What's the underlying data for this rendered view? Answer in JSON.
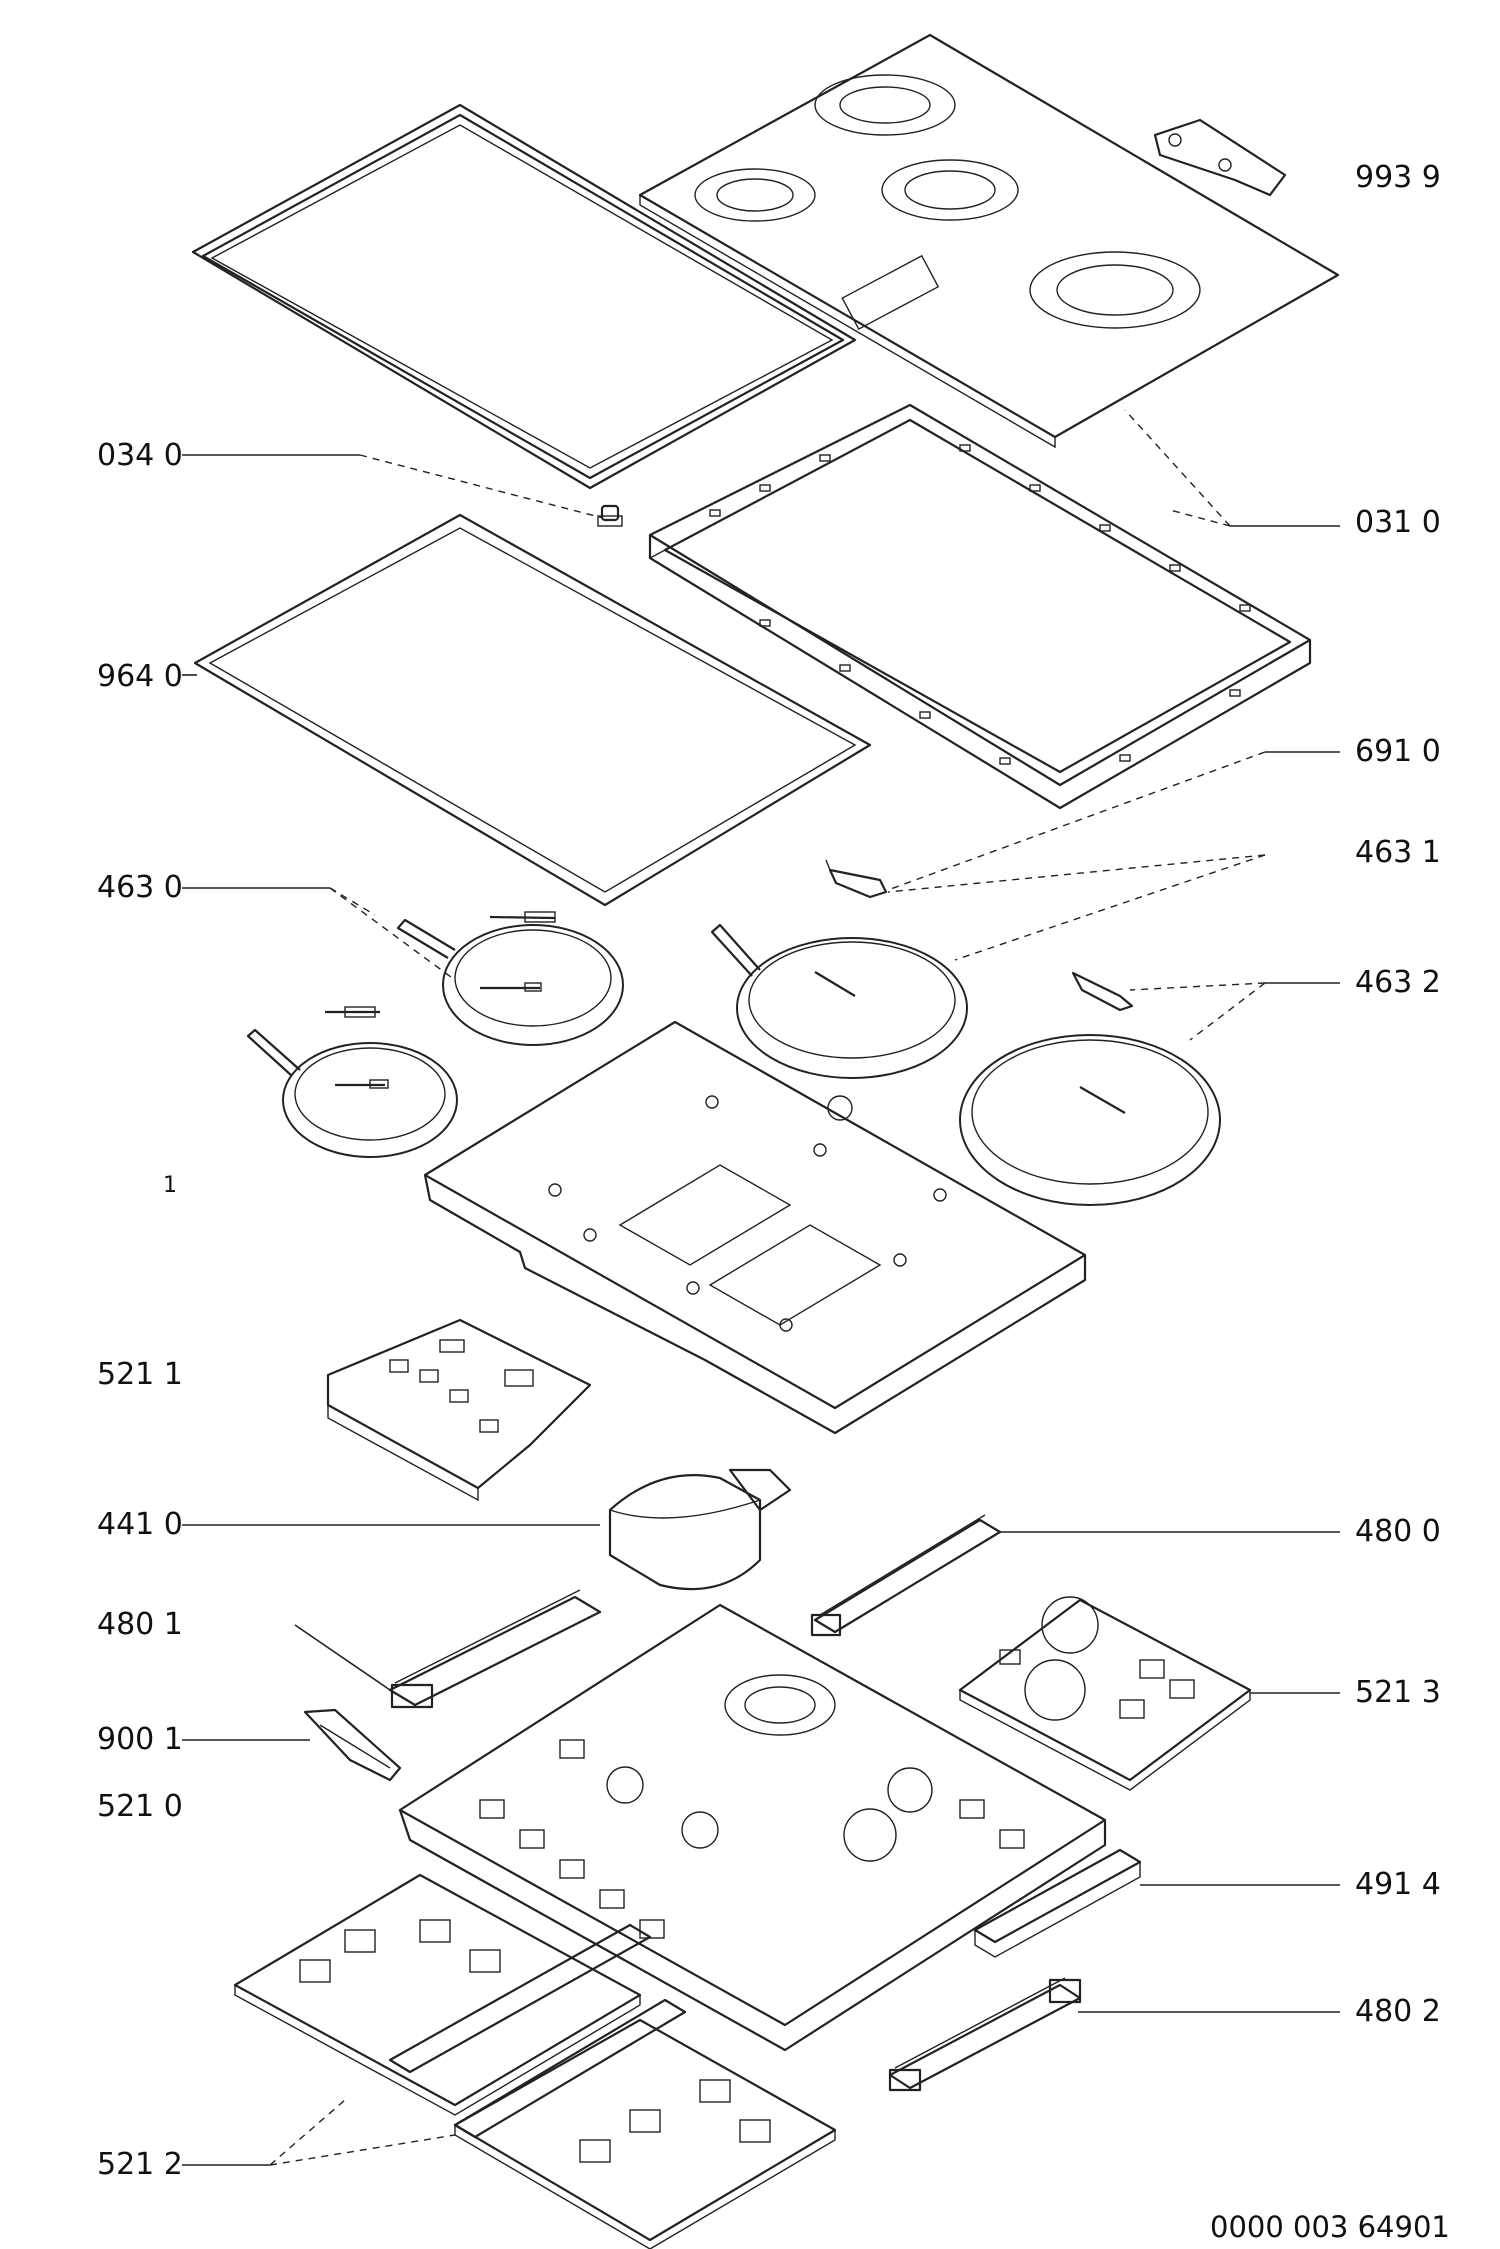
{
  "diagram": {
    "labels": {
      "l9939": "993 9",
      "l0340": "034 0",
      "l0310": "031 0",
      "l9640": "964 0",
      "l6910": "691 0",
      "l4631": "463 1",
      "l4630": "463 0",
      "l4632": "463 2",
      "l1": "1",
      "l5211": "521 1",
      "l4410": "441 0",
      "l4800": "480 0",
      "l4801": "480 1",
      "l5213": "521 3",
      "l9001": "900 1",
      "l5210": "521 0",
      "l4914": "491 4",
      "l4802": "480 2",
      "l5212": "521 2"
    },
    "drawing_number": "0000 003 64901"
  }
}
